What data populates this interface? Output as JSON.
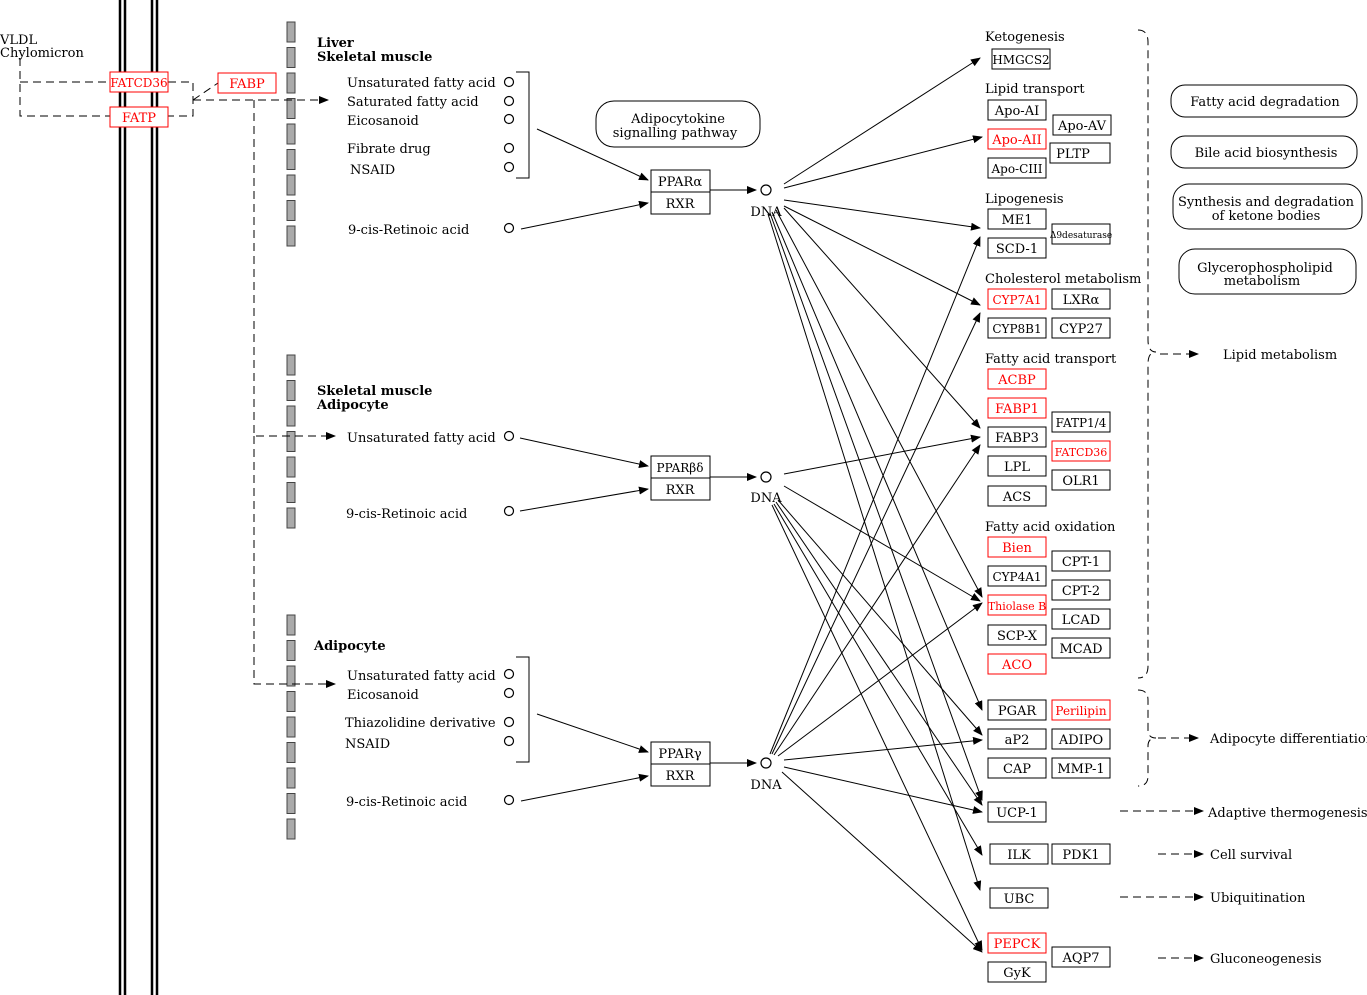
{
  "top_left": {
    "line1": "VLDL",
    "line2": "Chylomicron"
  },
  "transporters": {
    "fatcd36": "FATCD36",
    "fatp": "FATP",
    "fabp": "FABP"
  },
  "tissues": {
    "alpha_line1": "Liver",
    "alpha_line2": "Skeletal muscle",
    "beta_line1": "Skeletal muscle",
    "beta_line2": "Adipocyte",
    "gamma": "Adipocyte"
  },
  "ligands": {
    "alpha": [
      "Unsaturated fatty acid",
      "Saturated fatty acid",
      "Eicosanoid",
      "Fibrate drug",
      "NSAID"
    ],
    "alpha_retinoic": "9-cis-Retinoic acid",
    "beta": [
      "Unsaturated fatty acid"
    ],
    "beta_retinoic": "9-cis-Retinoic acid",
    "gamma": [
      "Unsaturated fatty acid",
      "Eicosanoid",
      "Thiazolidine derivative",
      "NSAID"
    ],
    "gamma_retinoic": "9-cis-Retinoic acid"
  },
  "adipocytokine": {
    "line1": "Adipocytokine",
    "line2": "signalling pathway"
  },
  "receptors": {
    "ppar_alpha": "PPARα",
    "ppar_beta": "PPARβδ",
    "ppar_gamma": "PPARγ",
    "rxr": "RXR",
    "dna": "DNA"
  },
  "groups": {
    "ketogenesis": "Ketogenesis",
    "lipid_transport": "Lipid transport",
    "lipogenesis": "Lipogenesis",
    "cholesterol": "Cholesterol metabolism",
    "fatty_acid_transport": "Fatty acid transport",
    "fatty_acid_oxidation": "Fatty acid oxidation"
  },
  "genes": {
    "hmgcs2": "HMGCS2",
    "apoa1": "Apo-AI",
    "apoa2": "Apo-AII",
    "apoav": "Apo-AV",
    "pltp": "PLTP",
    "apoc3": "Apo-CIII",
    "me1": "ME1",
    "scd1": "SCD-1",
    "delta9": "Δ9desaturase",
    "cyp7a1": "CYP7A1",
    "lxra": "LXRα",
    "cyp8b1": "CYP8B1",
    "cyp27": "CYP27",
    "acbp": "ACBP",
    "fabp1": "FABP1",
    "fatp14": "FATP1/4",
    "fabp3": "FABP3",
    "fatcd36b": "FATCD36",
    "lpl": "LPL",
    "olr1": "OLR1",
    "acs": "ACS",
    "bien": "Bien",
    "cpt1": "CPT-1",
    "cyp4a1": "CYP4A1",
    "cpt2": "CPT-2",
    "thiolase": "Thiolase B",
    "lcad": "LCAD",
    "scpx": "SCP-X",
    "mcad": "MCAD",
    "aco": "ACO",
    "pgar": "PGAR",
    "perilipin": "Perilipin",
    "ap2": "aP2",
    "adipo": "ADIPO",
    "cap": "CAP",
    "mmp1": "MMP-1",
    "ucp1": "UCP-1",
    "ilk": "ILK",
    "pdk1": "PDK1",
    "ubc": "UBC",
    "pepck": "PEPCK",
    "aqp7": "AQP7",
    "gyk": "GyK"
  },
  "pathways": {
    "fa_degradation": "Fatty acid degradation",
    "bile_acid": "Bile acid biosynthesis",
    "ketone_line1": "Synthesis and degradation",
    "ketone_line2": "of ketone bodies",
    "glycero_line1": "Glycerophospholipid",
    "glycero_line2": "metabolism"
  },
  "outcomes": {
    "lipid_metabolism": "Lipid metabolism",
    "adipocyte_diff": "Adipocyte differentiation",
    "thermogenesis": "Adaptive thermogenesis",
    "cell_survival": "Cell survival",
    "ubiquitination": "Ubiquitination",
    "gluconeogenesis": "Gluconeogenesis"
  },
  "colors": {
    "highlight": "#ff0000",
    "normal": "#000000",
    "membrane": "#aaaaaa"
  }
}
